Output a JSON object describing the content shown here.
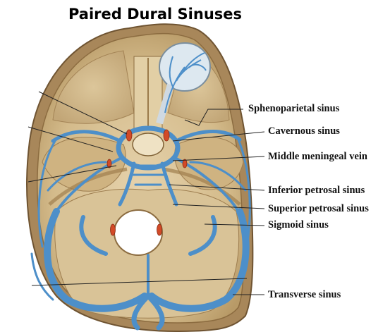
{
  "title": "Paired Dural Sinuses",
  "labels": {
    "sphenoparietal": "Sphenoparietal sinus",
    "cavernous": "Cavernous sinus",
    "middle_meningeal": "Middle meningeal vein",
    "inferior_petrosal": "Inferior petrosal sinus",
    "superior_petrosal": "Superior petrosal sinus",
    "sigmoid": "Sigmoid sinus",
    "transverse": "Transverse sinus"
  },
  "colors": {
    "bone": "#d8c194",
    "bone_dark": "#a98b5c",
    "sinus_blue": "#4d8fc9",
    "artery_red": "#d24a28",
    "leader_line": "#222222"
  }
}
